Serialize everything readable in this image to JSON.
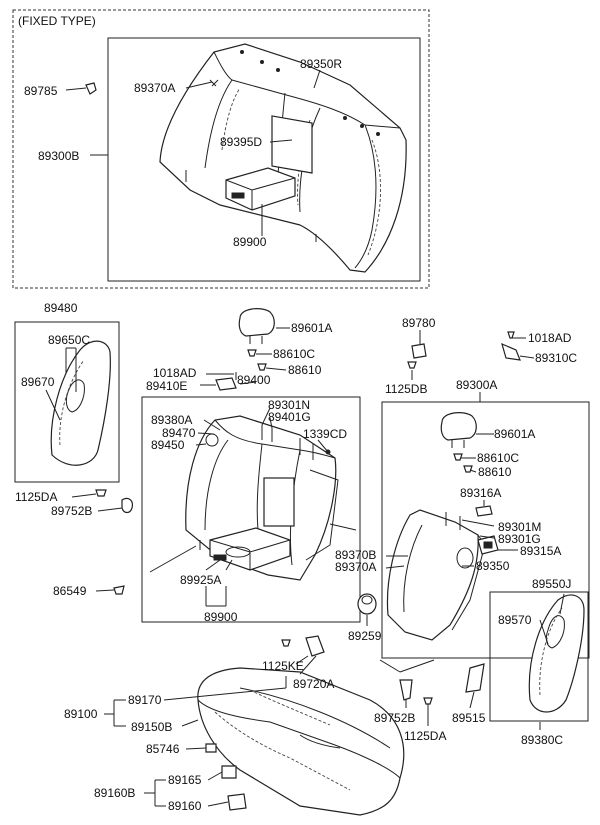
{
  "group_title": "(FIXED TYPE)",
  "labels": {
    "p89785": "89785",
    "p89370A_top": "89370A",
    "p89350R": "89350R",
    "p89300B": "89300B",
    "p89395D": "89395D",
    "p89900_top": "89900",
    "p89480": "89480",
    "p89650C": "89650C",
    "p89670": "89670",
    "p89601A_left": "89601A",
    "p88610C_left": "88610C",
    "p88610_left": "88610",
    "p1018AD_left": "1018AD",
    "p89410E": "89410E",
    "p89400": "89400",
    "p89301N": "89301N",
    "p89380A": "89380A",
    "p89401G": "89401G",
    "p89470": "89470",
    "p1339CD": "1339CD",
    "p89450": "89450",
    "p1125DA_left": "1125DA",
    "p89752B_left": "89752B",
    "p89925A": "89925A",
    "p86549": "86549",
    "p89900_mid": "89900",
    "p89780": "89780",
    "p1018AD_right": "1018AD",
    "p89310C": "89310C",
    "p1125DB": "1125DB",
    "p89300A": "89300A",
    "p89601A_right": "89601A",
    "p88610C_right": "88610C",
    "p88610_right": "88610",
    "p89316A": "89316A",
    "p89301M": "89301M",
    "p89301G": "89301G",
    "p89370B": "89370B",
    "p89315A": "89315A",
    "p89370A_right": "89370A",
    "p89350": "89350",
    "p89550J": "89550J",
    "p89570": "89570",
    "p89259": "89259",
    "p1125KE": "1125KE",
    "p89720A": "89720A",
    "p89170": "89170",
    "p89100": "89100",
    "p89150B": "89150B",
    "p89752B_bottom": "89752B",
    "p89515": "89515",
    "p1125DA_bottom": "1125DA",
    "p85746": "85746",
    "p89380C": "89380C",
    "p89165": "89165",
    "p89160B": "89160B",
    "p89160": "89160"
  }
}
